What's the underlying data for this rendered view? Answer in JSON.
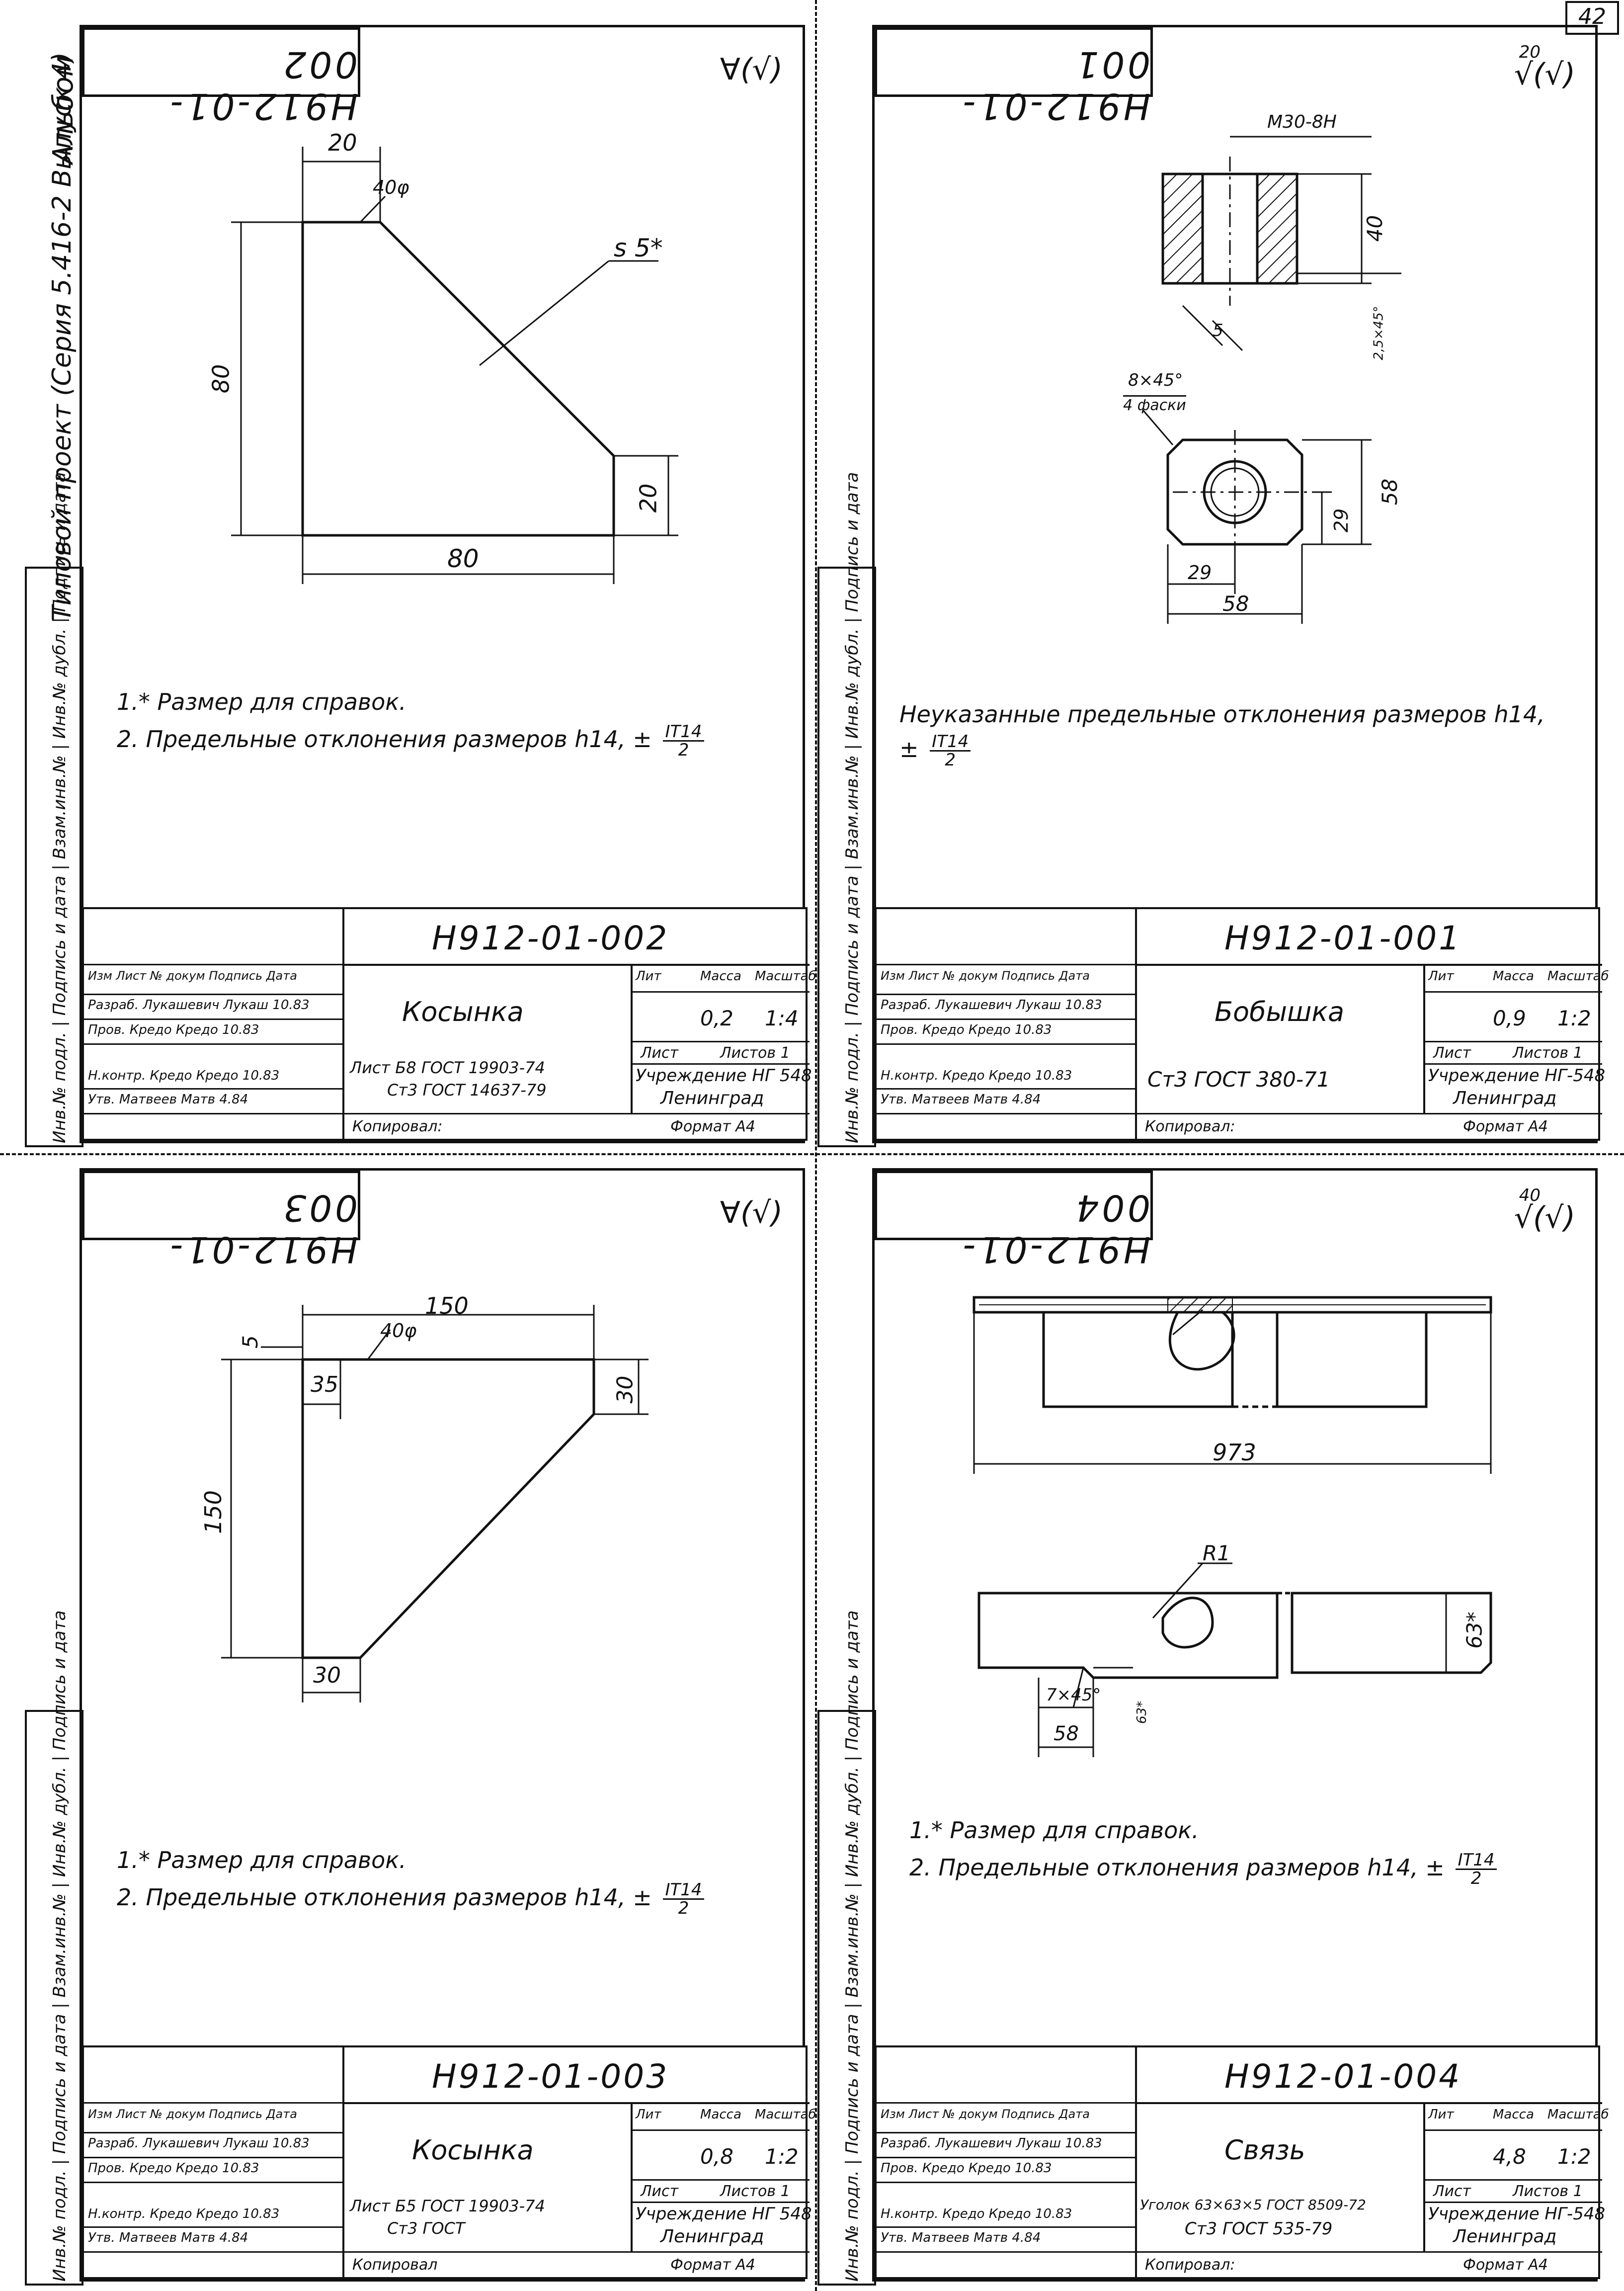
{
  "page": {
    "corner_number": "42",
    "side_text": {
      "album": "Альбом",
      "project": "Типовой проект (Серия 5.416-2 Выпуск 4)",
      "sig_labels": "Инв.№ подл. | Подпись и дата | Взам.инв.№ | Инв.№ дубл. | Подпись и дата"
    }
  },
  "sheets": [
    {
      "id": "sheet-002",
      "stamp": "Н912-01-002",
      "roughness": "∀(√)",
      "roughness_value": "",
      "dims": {
        "top": "20",
        "angle": "40φ",
        "weld": "s 5*",
        "left": "80",
        "right": "20",
        "bottom": "80"
      },
      "notes": [
        "1.* Размер для справок.",
        "2. Предельные отклонения размеров h14, ±"
      ],
      "frac": {
        "num": "IT14",
        "den": "2"
      },
      "title_block": {
        "code": "Н912-01-002",
        "name": "Косынка",
        "material_1": "Лист Б8 ГОСТ 19903-74",
        "material_2": "Ст3 ГОСТ 14637-79",
        "mass": "0,2",
        "scale": "1:4",
        "lit_label": "Лит",
        "mass_label": "Масса",
        "scale_label": "Масштаб",
        "sheet_label": "Лист",
        "sheets_label": "Листов 1",
        "org_1": "Учреждение НГ 548",
        "org_2": "Ленинград",
        "rows": [
          [
            "Изм",
            "Лист",
            "№ докум",
            "Подпись",
            "Дата"
          ],
          [
            "Разраб.",
            "Лукашевич",
            "Лукаш",
            "10.83"
          ],
          [
            "Пров.",
            "Кредо",
            "Кредо",
            "10.83"
          ],
          [
            "Н.контр.",
            "Кредо",
            "Кредо",
            "10.83"
          ],
          [
            "Утв.",
            "Матвеев",
            "Матв",
            "4.84"
          ]
        ],
        "copied": "Копировал:",
        "format": "Формат А4"
      }
    },
    {
      "id": "sheet-001",
      "stamp": "Н912-01-001",
      "roughness": "√(√)",
      "roughness_value": "20",
      "dims": {
        "thread": "М30-8Н",
        "height": "40",
        "chamfer_depth": "2,5×45°",
        "chamfer_small": "5",
        "chamfer_label": "8×45°",
        "chamfer_note": "4 фаски",
        "right": "58",
        "mid": "29",
        "bottom_half": "29",
        "bottom": "58"
      },
      "notes": [
        "Неуказанные предельные отклонения размеров h14,",
        "±"
      ],
      "frac": {
        "num": "IT14",
        "den": "2"
      },
      "title_block": {
        "code": "Н912-01-001",
        "name": "Бобышка",
        "material_1": "Ст3 ГОСТ 380-71",
        "material_2": "",
        "mass": "0,9",
        "scale": "1:2",
        "lit_label": "Лит",
        "mass_label": "Масса",
        "scale_label": "Масштаб",
        "sheet_label": "Лист",
        "sheets_label": "Листов 1",
        "org_1": "Учреждение НГ-548",
        "org_2": "Ленинград",
        "rows": [
          [
            "Изм",
            "Лист",
            "№ докум",
            "Подпись",
            "Дата"
          ],
          [
            "Разраб.",
            "Лукашевич",
            "Лукаш",
            "10.83"
          ],
          [
            "Пров.",
            "Кредо",
            "Кредо",
            "10.83"
          ],
          [
            "Н.контр.",
            "Кредо",
            "Кредо",
            "10.83"
          ],
          [
            "Утв.",
            "Матвеев",
            "Матв",
            "4.84"
          ]
        ],
        "copied": "Копировал:",
        "format": "Формат А4"
      }
    },
    {
      "id": "sheet-003",
      "stamp": "Н912-01-003",
      "roughness": "∀(√)",
      "roughness_value": "",
      "dims": {
        "top": "150",
        "angle": "40φ",
        "gap": "5",
        "inner": "35",
        "right": "30",
        "left": "150",
        "bottom": "30"
      },
      "notes": [
        "1.* Размер для справок.",
        "2. Предельные отклонения размеров h14, ±"
      ],
      "frac": {
        "num": "IT14",
        "den": "2"
      },
      "title_block": {
        "code": "Н912-01-003",
        "name": "Косынка",
        "material_1": "Лист Б5 ГОСТ 19903-74",
        "material_2": "Ст3 ГОСТ",
        "mass": "0,8",
        "scale": "1:2",
        "lit_label": "Лит",
        "mass_label": "Масса",
        "scale_label": "Масштаб",
        "sheet_label": "Лист",
        "sheets_label": "Листов 1",
        "org_1": "Учреждение НГ 548",
        "org_2": "Ленинград",
        "rows": [
          [
            "Изм",
            "Лист",
            "№ докум",
            "Подпись",
            "Дата"
          ],
          [
            "Разраб.",
            "Лукашевич",
            "Лукаш",
            "10.83"
          ],
          [
            "Пров.",
            "Кредо",
            "Кредо",
            "10.83"
          ],
          [
            "Н.контр.",
            "Кредо",
            "Кредо",
            "10.83"
          ],
          [
            "Утв.",
            "Матвеев",
            "Матв",
            "4.84"
          ]
        ],
        "copied": "Копировал",
        "format": "Формат А4"
      }
    },
    {
      "id": "sheet-004",
      "stamp": "Н912-01-004",
      "roughness": "√(√)",
      "roughness_value": "40",
      "dims": {
        "length": "973",
        "radius": "R1",
        "height": "63*",
        "chamfer": "7×45°",
        "bottom": "58",
        "small": "63*"
      },
      "notes": [
        "1.* Размер для справок.",
        "2. Предельные отклонения размеров h14, ±"
      ],
      "frac": {
        "num": "IT14",
        "den": "2"
      },
      "title_block": {
        "code": "Н912-01-004",
        "name": "Связь",
        "material_1": "Уголок 63×63×5 ГОСТ 8509-72",
        "material_2": "Ст3 ГОСТ 535-79",
        "mass": "4,8",
        "scale": "1:2",
        "lit_label": "Лит",
        "mass_label": "Масса",
        "scale_label": "Масштаб",
        "sheet_label": "Лист",
        "sheets_label": "Листов 1",
        "org_1": "Учреждение НГ-548",
        "org_2": "Ленинград",
        "rows": [
          [
            "Изм",
            "Лист",
            "№ докум",
            "Подпись",
            "Дата"
          ],
          [
            "Разраб.",
            "Лукашевич",
            "Лукаш",
            "10.83"
          ],
          [
            "Пров.",
            "Кредо",
            "Кредо",
            "10.83"
          ],
          [
            "Н.контр.",
            "Кредо",
            "Кредо",
            "10.83"
          ],
          [
            "Утв.",
            "Матвеев",
            "Матв",
            "4.84"
          ]
        ],
        "copied": "Копировал:",
        "format": "Формат А4"
      }
    }
  ]
}
